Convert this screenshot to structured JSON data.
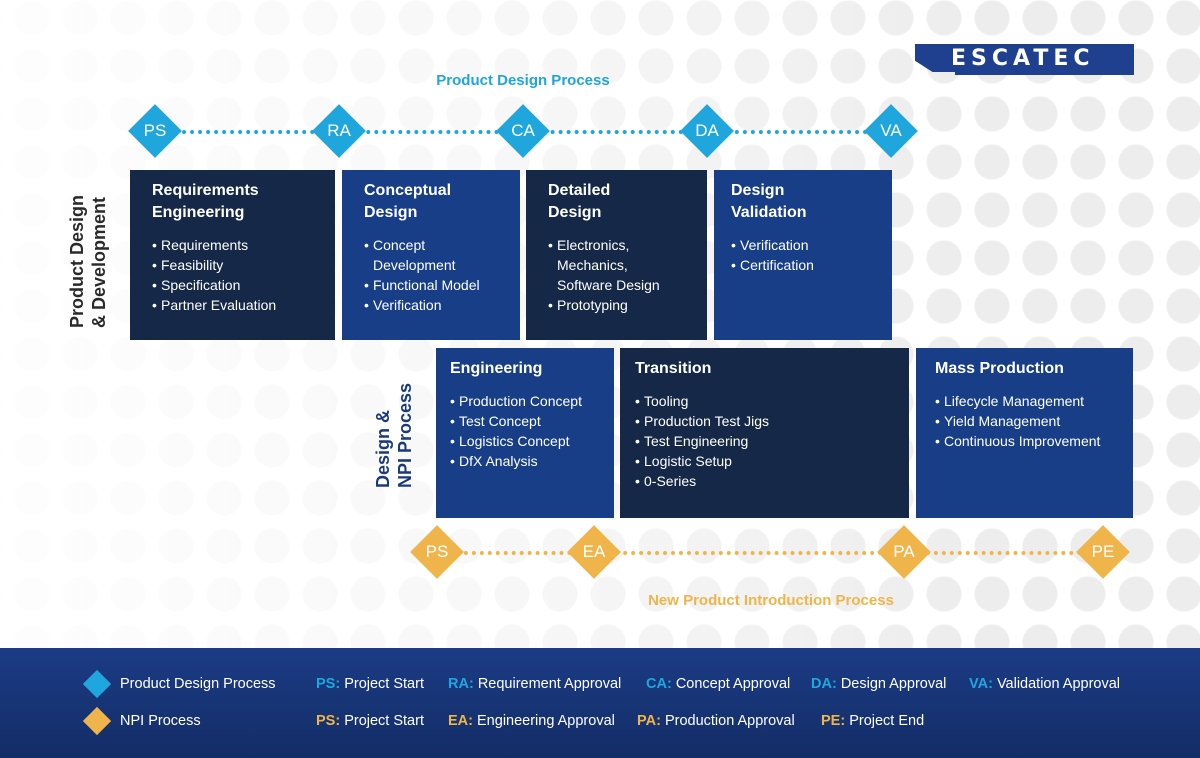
{
  "brand": {
    "logo_text": "ESCATEC"
  },
  "titles": {
    "product_design_process": "Product Design Process",
    "npi_process": "New Product Introduction Process"
  },
  "side_labels": {
    "product_design": "Product Design\n& Development",
    "npi": "Design &\nNPI Process"
  },
  "pdp_milestones": [
    "PS",
    "RA",
    "CA",
    "DA",
    "VA"
  ],
  "npi_milestones": [
    "PS",
    "EA",
    "PA",
    "PE"
  ],
  "design_phases": [
    {
      "title": "Requirements\nEngineering",
      "items": [
        "Requirements",
        "Feasibility",
        "Specification",
        "Partner Evaluation"
      ]
    },
    {
      "title": "Conceptual\nDesign",
      "items": [
        "Concept\nDevelopment",
        "Functional Model",
        "Verification"
      ]
    },
    {
      "title": "Detailed\nDesign",
      "items": [
        "Electronics,\nMechanics,\nSoftware Design",
        "Prototyping"
      ]
    },
    {
      "title": "Design\nValidation",
      "items": [
        "Verification",
        "Certification"
      ]
    }
  ],
  "npi_phases": [
    {
      "title": "Engineering",
      "items": [
        "Production Concept",
        "Test Concept",
        "Logistics Concept",
        "DfX Analysis"
      ]
    },
    {
      "title": "Transition",
      "items": [
        "Tooling",
        "Production Test Jigs",
        "Test Engineering",
        "Logistic Setup",
        "0-Series"
      ]
    },
    {
      "title": "Mass Production",
      "items": [
        "Lifecycle Management",
        "Yield Management",
        "Continuous Improvement"
      ]
    }
  ],
  "legend": {
    "pdp_label": "Product Design Process",
    "npi_label": "NPI Process",
    "pdp_entries": [
      {
        "abbr": "PS:",
        "text": "Project Start"
      },
      {
        "abbr": "RA:",
        "text": "Requirement Approval"
      },
      {
        "abbr": "CA:",
        "text": "Concept Approval"
      },
      {
        "abbr": "DA:",
        "text": "Design Approval"
      },
      {
        "abbr": "VA:",
        "text": "Validation Approval"
      }
    ],
    "npi_entries": [
      {
        "abbr": "PS:",
        "text": "Project Start"
      },
      {
        "abbr": "EA:",
        "text": "Engineering Approval"
      },
      {
        "abbr": "PA:",
        "text": "Production Approval"
      },
      {
        "abbr": "PE:",
        "text": "Project End"
      }
    ]
  },
  "colors": {
    "pdp_accent": "#1fa6dd",
    "npi_accent": "#f0b54a",
    "dark_box": "#152847",
    "blue_box": "#173e86",
    "legend_bg": "#1b3b85"
  }
}
